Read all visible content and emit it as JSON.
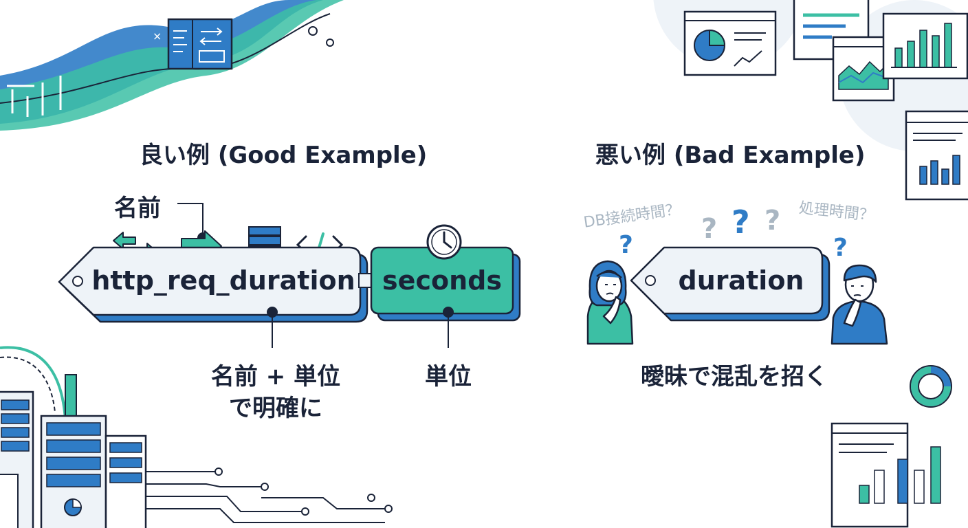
{
  "good": {
    "heading": "良い例 (Good Example)",
    "label_name": "名前",
    "metric_name": "http_req_duration",
    "unit": "seconds",
    "caption_line1": "名前 + 単位",
    "caption_line2": "で明確に",
    "caption_unit": "単位"
  },
  "bad": {
    "heading": "悪い例 (Bad Example)",
    "metric_name": "duration",
    "thought_left": "DB接続時間？",
    "thought_right": "処理時間？",
    "question_mark": "?",
    "caption": "曖昧で混乱を招く"
  },
  "colors": {
    "navy": "#1a2338",
    "blue": "#2f7cc6",
    "teal": "#3cbfa4",
    "light": "#eef3f8",
    "gray": "#a9b6c2"
  }
}
